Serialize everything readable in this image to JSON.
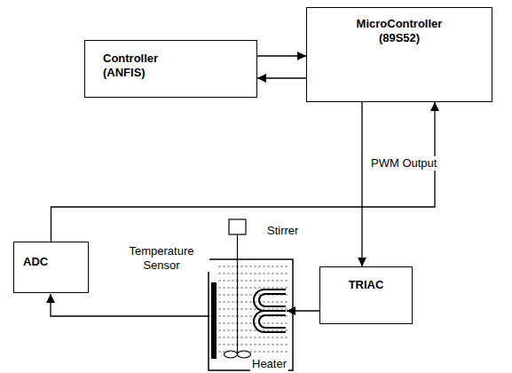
{
  "diagram": {
    "nodes": [
      {
        "text": [
          "Controller (ANFIS)"
        ]
      },
      {
        "text": [
          "MicroController (89S52)"
        ]
      },
      {
        "text": [
          "ADC"
        ]
      },
      {
        "text": [
          "TRIAC"
        ]
      }
    ],
    "edges": [
      {
        "from": 0,
        "to": 1,
        "arrow": "to"
      },
      {
        "from": 1,
        "to": 0,
        "arrow": "to"
      },
      {
        "from": 2,
        "to": 1,
        "arrow": "to"
      },
      {
        "from": 1,
        "to": 3,
        "arrow": "to"
      }
    ],
    "labels": [
      "PWM Output",
      "Stirrer",
      "Temperature Sensor",
      "Heater"
    ]
  }
}
